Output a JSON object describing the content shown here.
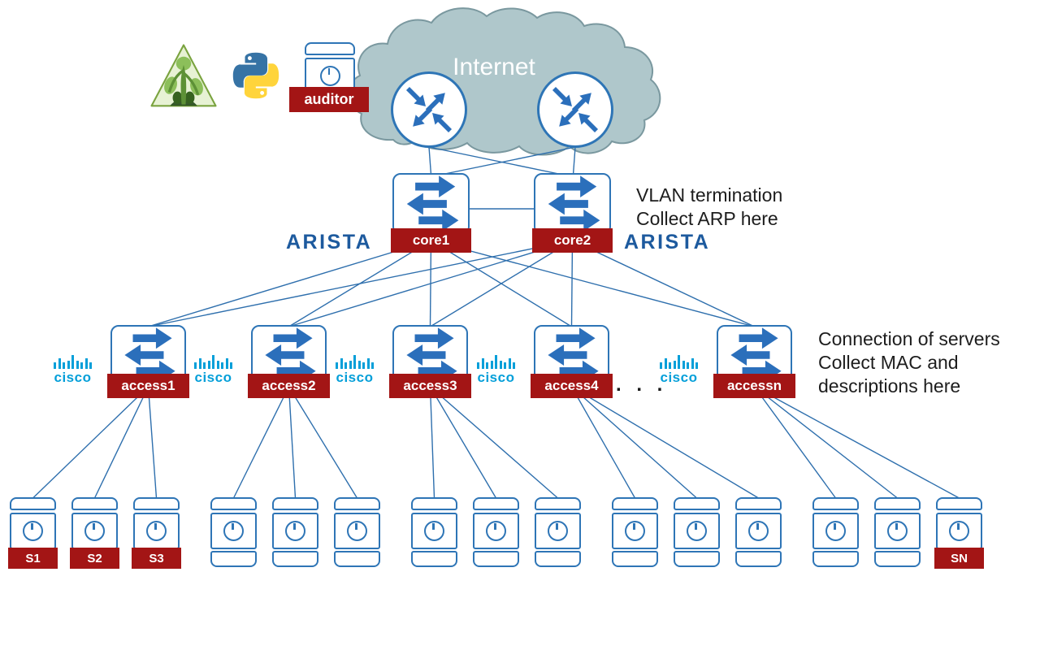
{
  "diagram": {
    "cloud_label": "Internet",
    "auditor_label": "auditor",
    "cores": [
      "core1",
      "core2"
    ],
    "access_switches": [
      "access1",
      "access2",
      "access3",
      "access4",
      "accessn"
    ],
    "servers": [
      "S1",
      "S2",
      "S3",
      "",
      "",
      "",
      "",
      "",
      "",
      "",
      "",
      "",
      "",
      "",
      "SN"
    ],
    "arista_brand": "ARISTA",
    "cisco_brand": "cisco",
    "ellipsis": ". . .",
    "annotation_vlan": [
      "VLAN termination",
      "Collect ARP here"
    ],
    "annotation_servers": [
      "Connection of servers",
      "Collect MAC and",
      "descriptions here"
    ],
    "icons": {
      "green_triangle": "nornir-logo",
      "python": "python-logo",
      "routers": "router-icon",
      "switches": "switch-icon",
      "servers": "server-icon",
      "cloud": "internet-cloud"
    },
    "colors": {
      "line": "#2e6fad",
      "node_border": "#2e75b6",
      "arrow": "#2b6fbb",
      "label_bg": "#a31515",
      "label_text": "#ffffff",
      "cloud_fill": "#afc7cb",
      "cloud_stroke": "#7a989f",
      "cisco_blue": "#049fd9",
      "arista_blue": "#1d5a9e",
      "annotation_text": "#1d1d1d",
      "python_blue": "#3673a5",
      "python_yellow": "#ffd43b",
      "nornir_green": "#5d9136"
    }
  }
}
